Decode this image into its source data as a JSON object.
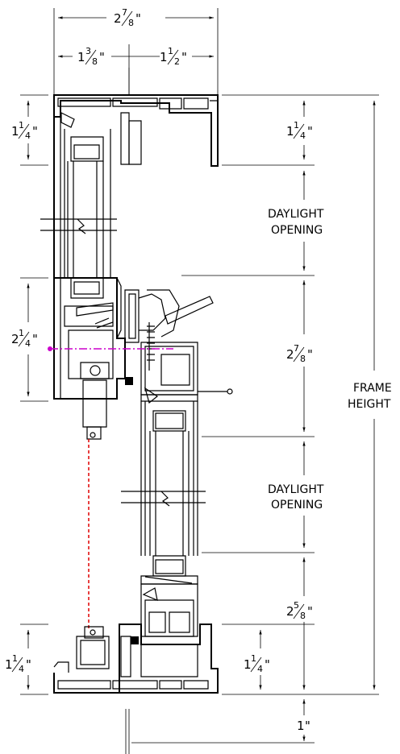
{
  "dimensions": {
    "overall_width": {
      "whole": "2",
      "num": "7",
      "den": "8",
      "unit": "\""
    },
    "left_width": {
      "whole": "1",
      "num": "3",
      "den": "8",
      "unit": "\""
    },
    "right_width": {
      "whole": "1",
      "num": "1",
      "den": "2",
      "unit": "\""
    },
    "top_left": {
      "whole": "1",
      "num": "1",
      "den": "4",
      "unit": "\""
    },
    "top_right": {
      "whole": "1",
      "num": "1",
      "den": "4",
      "unit": "\""
    },
    "meeting_rail_left": {
      "whole": "2",
      "num": "1",
      "den": "4",
      "unit": "\""
    },
    "meeting_rail_right": {
      "whole": "2",
      "num": "7",
      "den": "8",
      "unit": "\""
    },
    "bottom_sash": {
      "whole": "2",
      "num": "5",
      "den": "8",
      "unit": "\""
    },
    "bottom_left": {
      "whole": "1",
      "num": "1",
      "den": "4",
      "unit": "\""
    },
    "bottom_right": {
      "whole": "1",
      "num": "1",
      "den": "4",
      "unit": "\""
    },
    "sill": {
      "whole": "1",
      "unit": "\""
    }
  },
  "labels": {
    "daylight_upper_1": "DAYLIGHT",
    "daylight_upper_2": "OPENING",
    "daylight_lower_1": "DAYLIGHT",
    "daylight_lower_2": "OPENING",
    "frame_height_1": "FRAME",
    "frame_height_2": "HEIGHT"
  },
  "colors": {
    "line": "#000000",
    "magenta": "#cc00cc",
    "red_dashed": "#e00000"
  }
}
